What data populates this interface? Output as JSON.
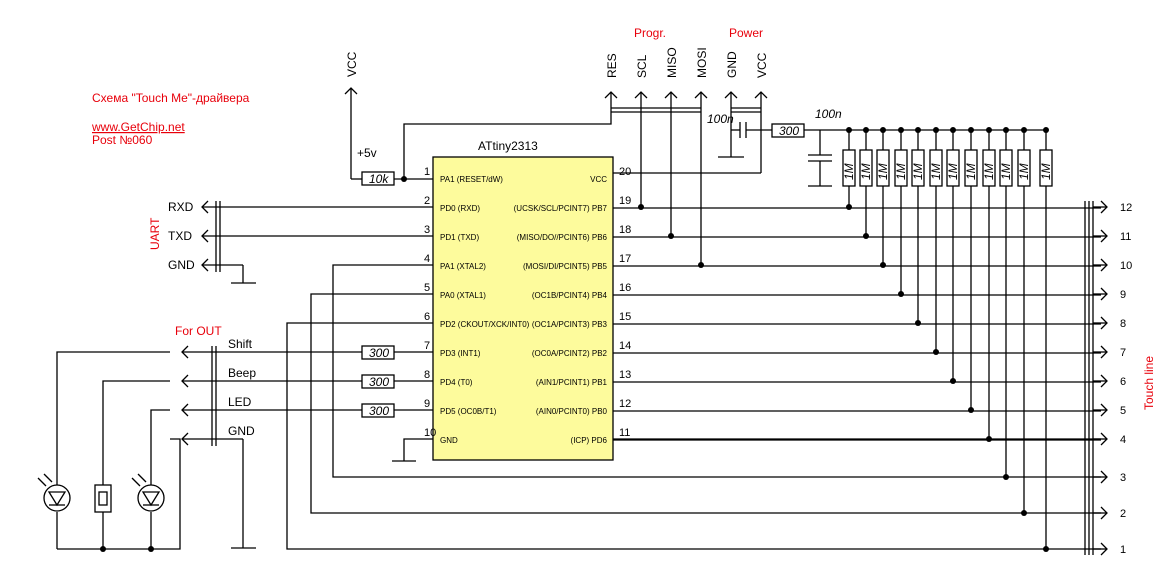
{
  "title": {
    "line1": "Схема \"Touch Me\"-драйвера",
    "site": "www.GetChip.net",
    "post": "Post №060"
  },
  "chip": {
    "name": "ATtiny2313",
    "fill": "#fdfb9c",
    "left_pins": [
      {
        "num": "1",
        "label": "PA1 (RESET/dW)"
      },
      {
        "num": "2",
        "label": "PD0 (RXD)"
      },
      {
        "num": "3",
        "label": "PD1 (TXD)"
      },
      {
        "num": "4",
        "label": "PA1 (XTAL2)"
      },
      {
        "num": "5",
        "label": "PA0 (XTAL1)"
      },
      {
        "num": "6",
        "label": "PD2 (CKOUT/XCK/INT0)"
      },
      {
        "num": "7",
        "label": "PD3 (INT1)"
      },
      {
        "num": "8",
        "label": "PD4 (T0)"
      },
      {
        "num": "9",
        "label": "PD5 (OC0B/T1)"
      },
      {
        "num": "10",
        "label": "GND"
      }
    ],
    "right_pins": [
      {
        "num": "20",
        "label": "VCC"
      },
      {
        "num": "19",
        "label": "(UCSK/SCL/PCINT7) PB7"
      },
      {
        "num": "18",
        "label": "(MISO/DO//PCINT6) PB6"
      },
      {
        "num": "17",
        "label": "(MOSI/DI/PCINT5) PB5"
      },
      {
        "num": "16",
        "label": "(OC1B/PCINT4) PB4"
      },
      {
        "num": "15",
        "label": "(OC1A/PCINT3) PB3"
      },
      {
        "num": "14",
        "label": "(OC0A/PCINT2) PB2"
      },
      {
        "num": "13",
        "label": "(AIN1/PCINT1) PB1"
      },
      {
        "num": "12",
        "label": "(AIN0/PCINT0) PB0"
      },
      {
        "num": "11",
        "label": "(ICP) PD6"
      }
    ]
  },
  "labels": {
    "vcc_left": "VCC",
    "plus5v": "+5v",
    "r10k": "10k",
    "r300": "300",
    "cap100n": "100n",
    "r1m": "1M",
    "progr": "Progr.",
    "power": "Power",
    "res": "RES",
    "scl": "SCL",
    "miso": "MISO",
    "mosi": "MOSI",
    "gnd": "GND",
    "vcc": "VCC",
    "rxd": "RXD",
    "txd": "TXD",
    "uart": "UART",
    "for_out": "For OUT",
    "shift": "Shift",
    "beep": "Beep",
    "led": "LED",
    "touch_line": "Touch line"
  },
  "touch_lines": [
    "12",
    "11",
    "10",
    "9",
    "8",
    "7",
    "6",
    "5",
    "4",
    "3",
    "2",
    "1"
  ],
  "colors": {
    "accent": "#e8000b",
    "wire": "#000000"
  }
}
